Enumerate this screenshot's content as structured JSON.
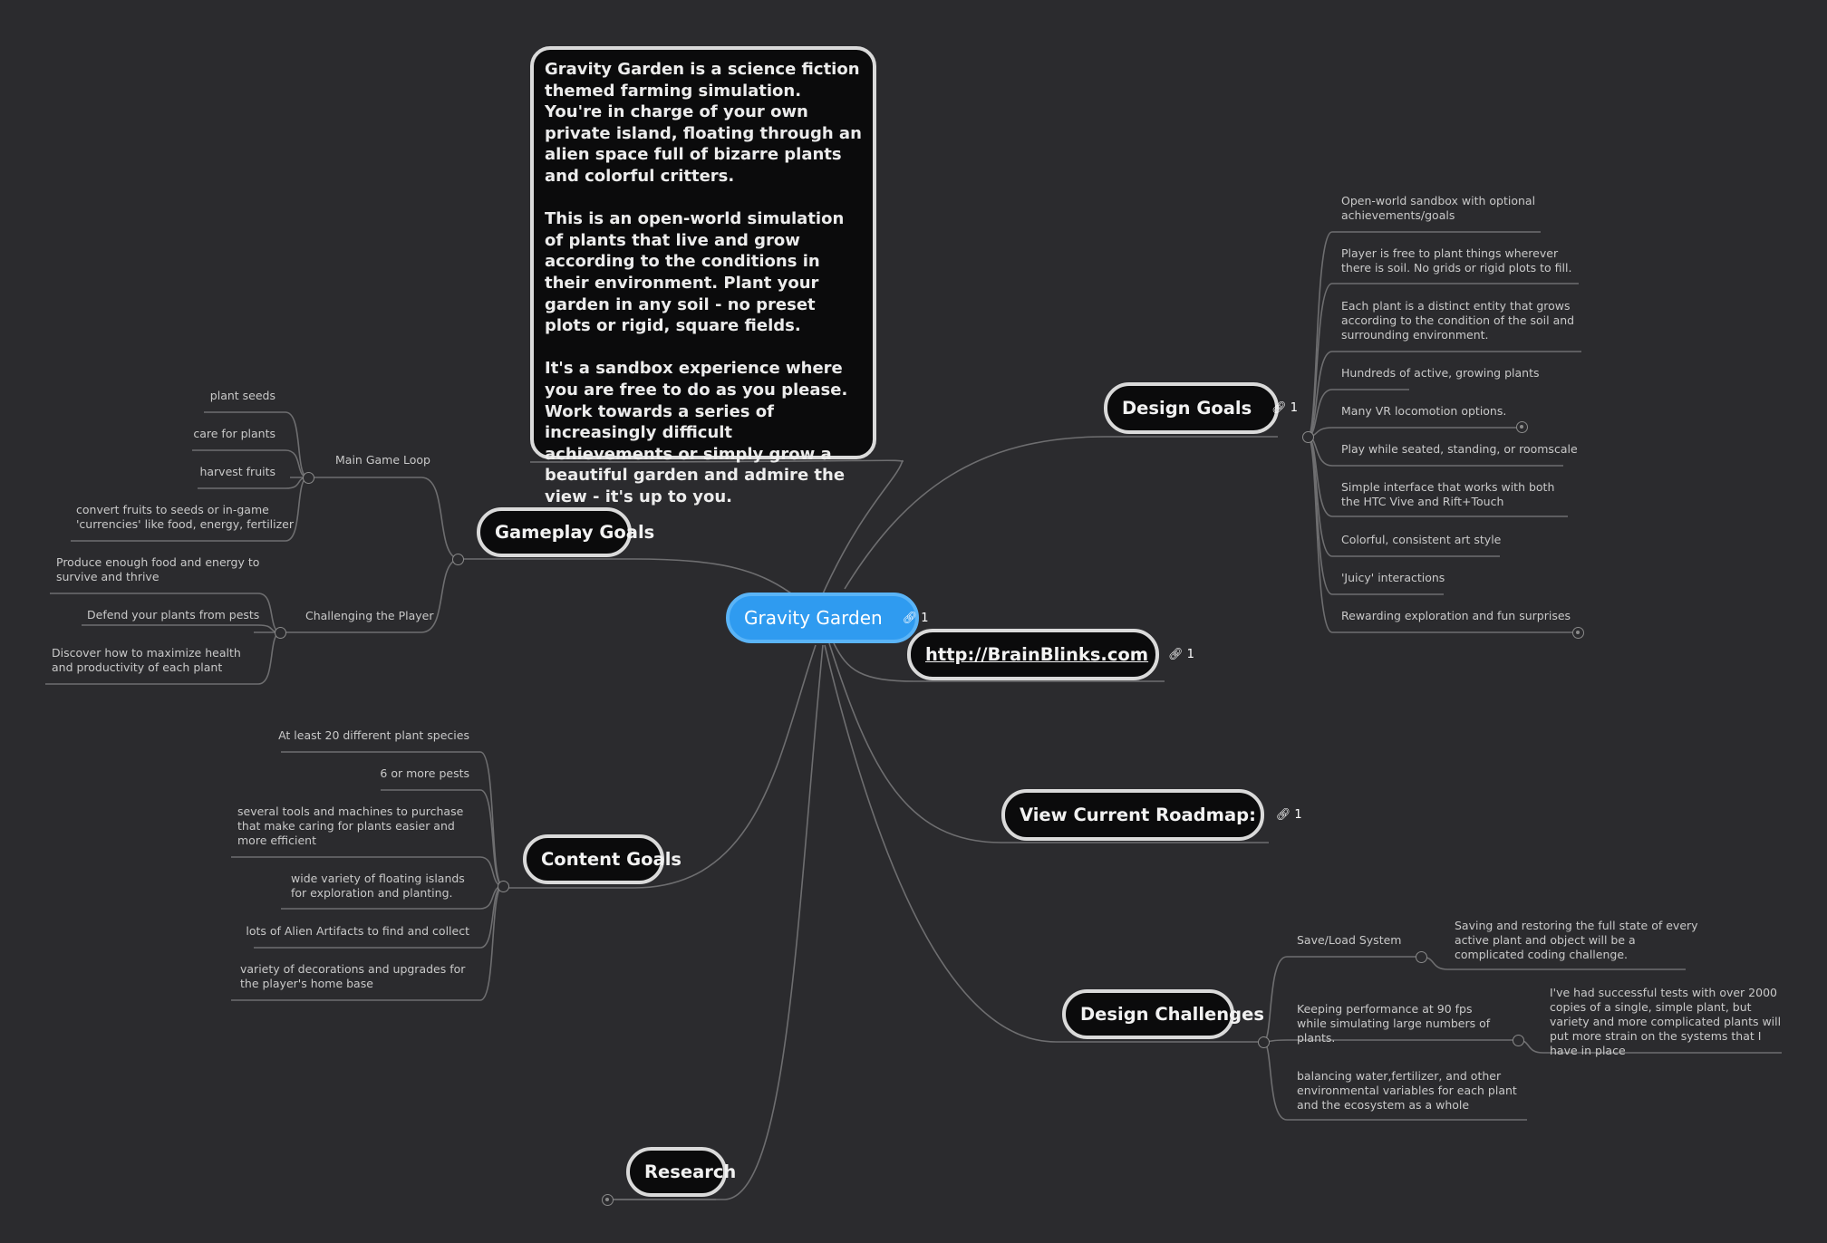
{
  "root": {
    "label": "Gravity Garden",
    "links": "1"
  },
  "description": "Gravity Garden is a science fiction themed farming simulation. You're in charge of your own private island, floating through an alien space full of bizarre plants and colorful critters.\n\nThis is an open-world simulation of plants that live and grow according to the conditions in their environment. Plant your garden in any soil - no preset plots or rigid, square fields.\n\nIt's a sandbox experience where you are free to do as you please. Work towards a series of increasingly difficult achievements or simply grow a beautiful garden and admire the view - it's up to you.",
  "gameplay_goals": {
    "label": "Gameplay Goals",
    "main_loop": {
      "label": "Main Game Loop",
      "items": [
        "plant seeds",
        "care for plants",
        "harvest fruits",
        "convert fruits to seeds or in-game 'currencies' like food, energy, fertilizer"
      ]
    },
    "challenging": {
      "label": "Challenging the Player",
      "items": [
        "Produce enough food and energy to survive and thrive",
        "Defend your plants from pests",
        "Discover how to maximize health and productivity of each plant"
      ]
    }
  },
  "content_goals": {
    "label": "Content Goals",
    "items": [
      "At least 20 different plant species",
      "6 or more pests",
      "several tools and machines to purchase that make caring for plants easier and more efficient",
      "wide variety of floating islands for exploration and planting.",
      "lots of Alien Artifacts to find and collect",
      "variety of decorations and upgrades for the player's home base"
    ]
  },
  "research": {
    "label": "Research"
  },
  "design_goals": {
    "label": "Design Goals",
    "links": "1",
    "items": [
      "Open-world sandbox with optional achievements/goals",
      "Player is free to plant things wherever there is soil. No grids or rigid plots to fill.",
      "Each plant is a distinct entity that grows according to the condition of the soil and surrounding environment.",
      "Hundreds of active, growing plants",
      "Many VR locomotion options.",
      "Play while seated, standing, or roomscale",
      "Simple interface that works with both the HTC Vive and Rift+Touch",
      "Colorful, consistent art style",
      "'Juicy' interactions",
      "Rewarding exploration and fun surprises"
    ]
  },
  "brainblinks": {
    "label": "http://BrainBlinks.com",
    "links": "1"
  },
  "roadmap": {
    "label": "View Current Roadmap:",
    "links": "1"
  },
  "design_challenges": {
    "label": "Design Challenges",
    "save_load": {
      "label": "Save/Load System",
      "detail": "Saving and restoring the full state of every active plant and object will be a complicated coding challenge."
    },
    "performance": {
      "label": "Keeping performance at 90 fps while simulating large numbers of plants.",
      "detail": "I've had successful tests with over 2000 copies of a single, simple plant, but variety and more complicated plants will put more strain on the systems that I have in place"
    },
    "balancing": {
      "label": "balancing water,fertilizer, and other environmental variables for each plant and the ecosystem as a whole"
    }
  },
  "colors": {
    "background": "#2b2b2e",
    "root": "#2f9bf0",
    "topic": "#0b0b0c",
    "border": "#dadada",
    "line": "#6e6e70"
  }
}
